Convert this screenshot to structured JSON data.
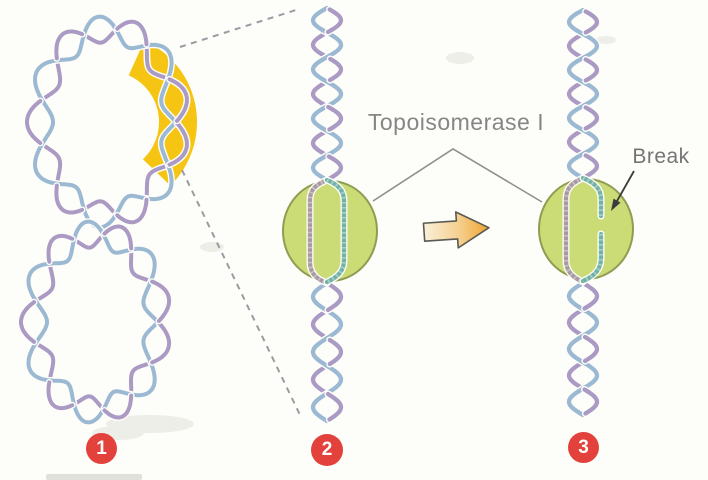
{
  "labels": {
    "topoisomerase": "Topoisomerase I",
    "break": "Break"
  },
  "steps": [
    {
      "number": "1"
    },
    {
      "number": "2"
    },
    {
      "number": "3"
    }
  ],
  "icons": {
    "transition_arrow": "right-block-arrow-icon",
    "break_pointer": "angled-pointer-arrow-icon",
    "step_badges": "numbered-red-circle-badge"
  },
  "colors": {
    "background": "#fdfdf9",
    "strand_blue": "#9bb9d2",
    "strand_purple": "#ab9ac4",
    "highlight_yellow": "#f6c513",
    "enzyme_fill": "#cbdc77",
    "enzyme_stroke": "#8e9d52",
    "inner_strand_left": "#a79aa0",
    "inner_strand_right": "#72b3a5",
    "label_gray": "#868686",
    "label_gray2": "#757575",
    "leader_gray": "#8f8f8f",
    "dashed_gray": "#9b9ba3",
    "badge_red": "#e2423b",
    "badge_text": "#ffffff",
    "arrow_body_light": "#f9f0d8",
    "arrow_body_mid": "#f5cf8e",
    "arrow_body_dark": "#efa42f",
    "arrow_outline": "#5a5a52",
    "break_arrow_dark": "#3c3c3c",
    "smudge": "#ececе7"
  }
}
